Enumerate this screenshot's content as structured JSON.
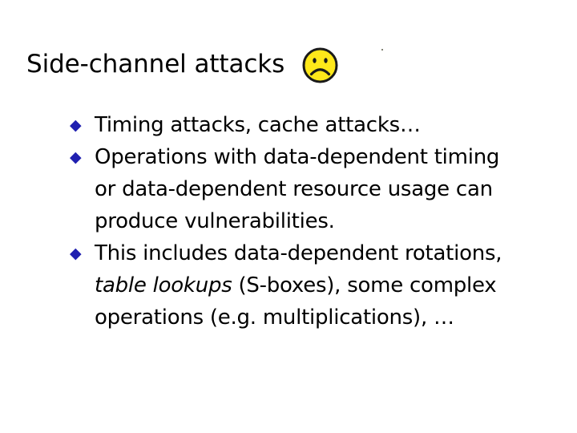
{
  "slide": {
    "title": "Side-channel attacks",
    "background_color": "#ffffff",
    "text_color": "#000000",
    "bullet_color": "#2020b0",
    "emoticon": {
      "name": "sad-face",
      "face_color": "#ffe81a",
      "outline_color": "#1a1a1a",
      "eye_color": "#1a1a1a",
      "mouth": "frown"
    }
  },
  "bullets": [
    {
      "marker": "◆",
      "lines": [
        {
          "segments": [
            {
              "text": "Timing attacks, cache attacks…",
              "style": "normal"
            }
          ]
        }
      ]
    },
    {
      "marker": "◆",
      "lines": [
        {
          "segments": [
            {
              "text": "Operations with data-dependent timing",
              "style": "normal"
            }
          ]
        },
        {
          "segments": [
            {
              "text": "or data-dependent resource usage can",
              "style": "normal"
            }
          ]
        },
        {
          "segments": [
            {
              "text": "produce vulnerabilities.",
              "style": "normal"
            }
          ]
        }
      ]
    },
    {
      "marker": "◆",
      "lines": [
        {
          "segments": [
            {
              "text": "This includes data-dependent rotations,",
              "style": "normal"
            }
          ]
        },
        {
          "segments": [
            {
              "text": "table lookups",
              "style": "italic"
            },
            {
              "text": " (S-boxes), some complex",
              "style": "normal"
            }
          ]
        },
        {
          "segments": [
            {
              "text": "operations (e.g. multiplications), …",
              "style": "normal"
            }
          ]
        }
      ]
    }
  ]
}
